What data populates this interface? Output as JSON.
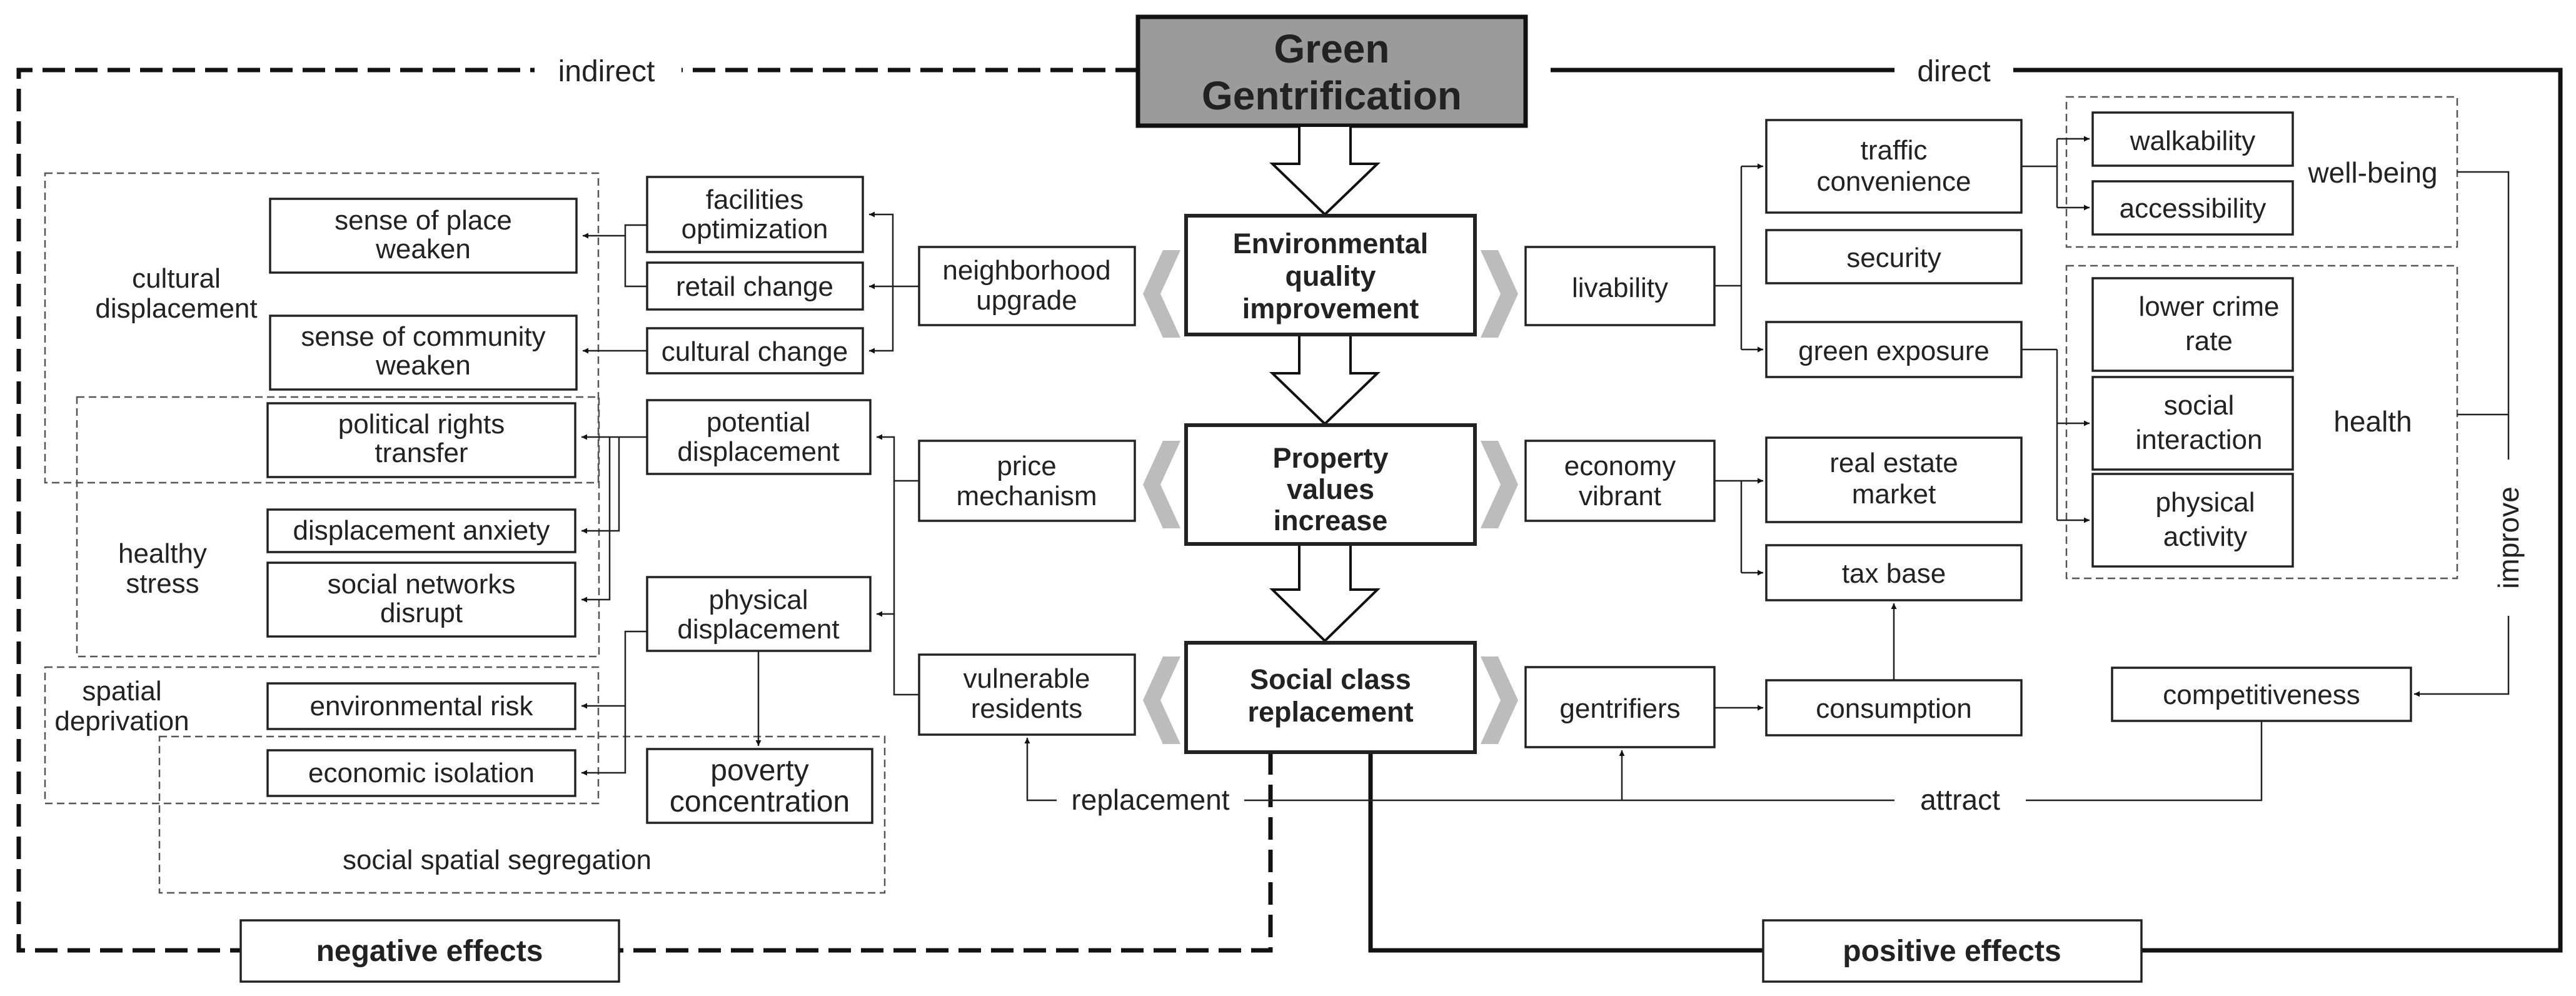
{
  "title_lines": [
    "Green",
    "Gentrification"
  ],
  "path_labels": {
    "indirect": "indirect",
    "direct": "direct",
    "improve": "improve"
  },
  "effects": {
    "negative": "negative effects",
    "positive": "positive effects"
  },
  "core": {
    "environmental": [
      "Environmental",
      "quality",
      "improvement"
    ],
    "property": [
      "Property",
      "values",
      "increase"
    ],
    "social": [
      "Social class",
      "replacement"
    ]
  },
  "mechanisms_left": {
    "neighborhood": [
      "neighborhood",
      "upgrade"
    ],
    "price": [
      "price",
      "mechanism"
    ],
    "vulnerable": [
      "vulnerable",
      "residents"
    ]
  },
  "mechanisms_right": {
    "livability": [
      "livability"
    ],
    "economy": [
      "economy",
      "vibrant"
    ],
    "gentrifiers": [
      "gentrifiers"
    ]
  },
  "left_mid": {
    "facilities": [
      "facilities",
      "optimization"
    ],
    "retail": [
      "retail change"
    ],
    "cultural_change": [
      "cultural change"
    ],
    "potential": [
      "potential",
      "displacement"
    ],
    "physical": [
      "physical",
      "displacement"
    ],
    "poverty": [
      "poverty",
      "concentration"
    ]
  },
  "left_outcomes": {
    "sense_place": [
      "sense of place",
      "weaken"
    ],
    "sense_community": [
      "sense of community",
      "weaken"
    ],
    "political": [
      "political rights",
      "transfer"
    ],
    "anxiety": [
      "displacement anxiety"
    ],
    "networks": [
      "social networks",
      "disrupt"
    ],
    "env_risk": [
      "environmental risk"
    ],
    "econ_isolation": [
      "economic isolation"
    ]
  },
  "left_groups": {
    "cultural": [
      "cultural",
      "displacement"
    ],
    "healthy": [
      "healthy",
      "stress"
    ],
    "spatial": [
      "spatial",
      "deprivation"
    ],
    "segregation": [
      "social spatial segregation"
    ]
  },
  "right_mid": {
    "traffic": [
      "traffic",
      "convenience"
    ],
    "security": [
      "security"
    ],
    "green": [
      "green exposure"
    ],
    "real_estate": [
      "real estate",
      "market"
    ],
    "tax": [
      "tax base"
    ],
    "consumption": [
      "consumption"
    ],
    "competitiveness": [
      "competitiveness"
    ]
  },
  "right_outcomes": {
    "walkability": [
      "walkability"
    ],
    "accessibility": [
      "accessibility"
    ],
    "crime": [
      "lower crime",
      "rate"
    ],
    "social_interaction": [
      "social",
      "interaction"
    ],
    "physical_activity": [
      "physical",
      "activity"
    ]
  },
  "right_groups": {
    "wellbeing": [
      "well-being"
    ],
    "health": [
      "health"
    ]
  },
  "flow_labels": {
    "replacement": "replacement",
    "attract": "attract"
  }
}
